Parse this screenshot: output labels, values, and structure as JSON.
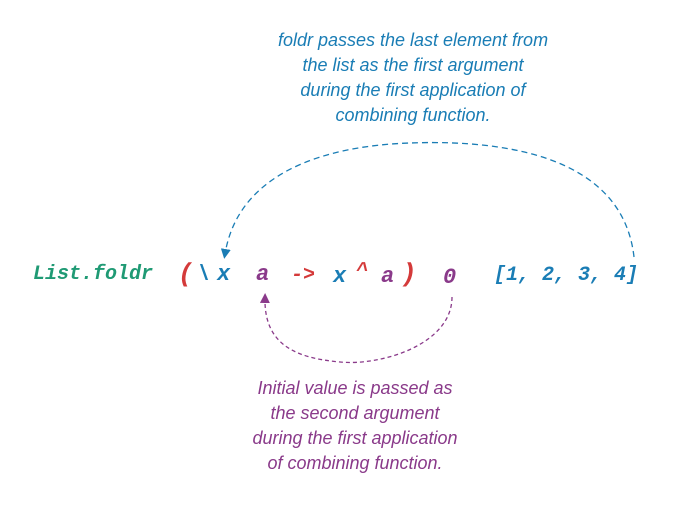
{
  "top_note": {
    "lines": [
      "foldr passes the last element from",
      "the list as the first argument",
      "during the first application of",
      "combining function."
    ]
  },
  "bottom_note": {
    "lines": [
      "Initial value is passed as",
      "the second argument",
      "during the first application",
      "of combining function."
    ]
  },
  "expression": {
    "function": "List.foldr",
    "open_paren": "(",
    "lambda": "\\",
    "param_x": "x",
    "param_a": "a",
    "arrow": "->",
    "body_x": "x",
    "operator": "^",
    "body_a": "a",
    "close_paren": ")",
    "initial_value": "0",
    "list": "[1, 2, 3, 4]"
  },
  "colors": {
    "function": "#1f9a74",
    "syntax": "#d43a3a",
    "list_and_x": "#1a7db5",
    "accumulator": "#8a3a8a"
  }
}
